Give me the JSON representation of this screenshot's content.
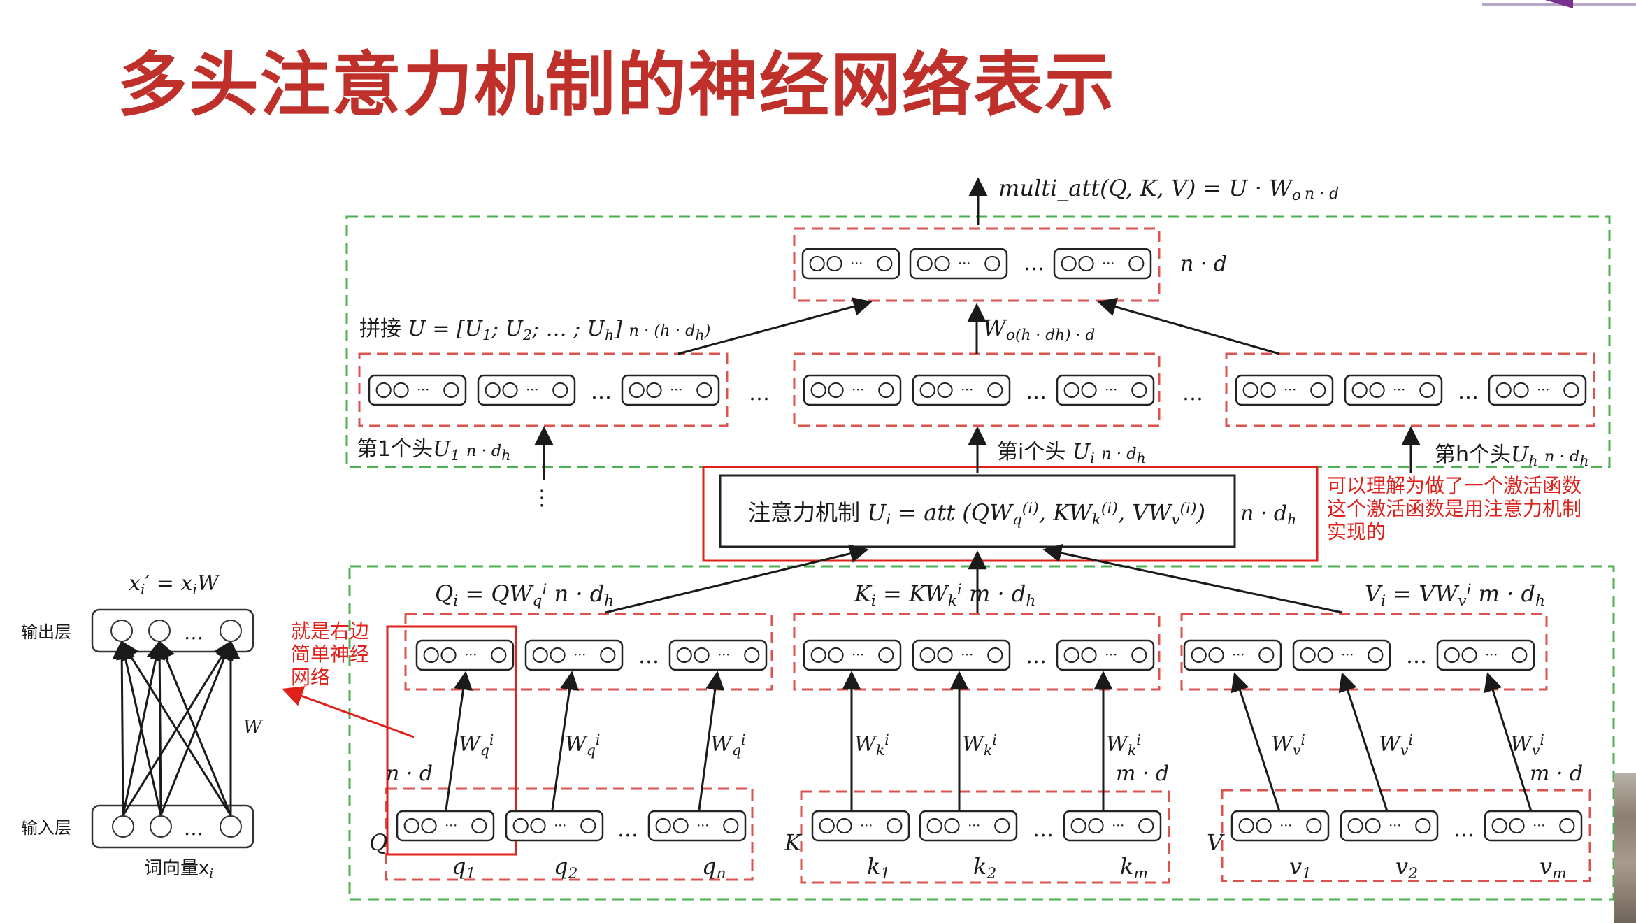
{
  "title": "多头注意力机制的神经网络表示",
  "diagram": {
    "output_formula": "multi_att(Q, K, V) = U · W",
    "output_formula_sub": "o",
    "output_dim": "n · d",
    "top_block_dim": "n · d",
    "concat_label": "拼接",
    "concat_formula": "U = [U",
    "concat_parts": [
      "1",
      "; U",
      "2",
      "; … ; U",
      "h",
      "]"
    ],
    "concat_dim": "n · (h · d",
    "concat_dim_sub": "h",
    "wo_label": "W",
    "wo_sub": "o(h · d",
    "wo_sub2": "h",
    "wo_sub3": ") · d",
    "head1_label": "第1个头",
    "head1_u": "U",
    "head1_sub": "1",
    "headi_label": "第i个头",
    "headi_u": "U",
    "headi_sub": "i",
    "headh_label": "第h个头",
    "headh_u": "U",
    "headh_sub": "h",
    "head_dim": "n · d",
    "head_dim_sub": "h",
    "ellipsis": "…",
    "vdots": "⋮",
    "attn_label": "注意力机制",
    "attn_formula_left": "U",
    "attn_formula_left_sub": "i",
    "attn_formula_eq": "= att",
    "attn_args": "QW",
    "attn_sup": "(i)",
    "attn_q_sub": "q",
    "attn_k": ", KW",
    "attn_k_sub": "k",
    "attn_v": ", VW",
    "attn_v_sub": "v",
    "attn_dim": "n · d",
    "attn_dim_sub": "h",
    "annotation_right": [
      "可以理解为做了一个激活函数",
      "这个激活函数是用注意力机制",
      "实现的"
    ],
    "annotation_left": [
      "就是右边",
      "简单神经",
      "网络"
    ],
    "qi_formula": "Q",
    "qi_sub": "i",
    "qi_rhs": "= QW",
    "qi_rhs_sub": "q",
    "qi_rhs_sup": "i",
    "qi_dim": "n · d",
    "qi_dim_sub": "h",
    "ki_formula": "K",
    "ki_sub": "i",
    "ki_rhs": "= KW",
    "ki_rhs_sub": "k",
    "ki_rhs_sup": "i",
    "ki_dim": "m · d",
    "ki_dim_sub": "h",
    "vi_formula": "V",
    "vi_sub": "i",
    "vi_rhs": "= VW",
    "vi_rhs_sub": "v",
    "vi_rhs_sup": "i",
    "vi_dim": "m · d",
    "vi_dim_sub": "h",
    "wq": "W",
    "wq_sub": "q",
    "wq_sup": "i",
    "wk": "W",
    "wk_sub": "k",
    "wk_sup": "i",
    "wv": "W",
    "wv_sub": "v",
    "wv_sup": "i",
    "q_dim": "n · d",
    "k_dim": "m · d",
    "v_dim": "m · d",
    "q_letter": "Q",
    "k_letter": "K",
    "v_letter": "V",
    "q_tokens": [
      [
        "q",
        "1"
      ],
      [
        "q",
        "2"
      ],
      [
        "q",
        "n"
      ]
    ],
    "k_tokens": [
      [
        "k",
        "1"
      ],
      [
        "k",
        "2"
      ],
      [
        "k",
        "m"
      ]
    ],
    "v_tokens": [
      [
        "v",
        "1"
      ],
      [
        "v",
        "2"
      ],
      [
        "v",
        "m"
      ]
    ],
    "node_dots": "···",
    "small_net": {
      "formula_lhs": "x",
      "formula_lhs_sub": "i",
      "formula_rest": "′ = x",
      "formula_rest_sub": "i",
      "formula_w": "W",
      "output_layer": "输出层",
      "input_layer": "输入层",
      "weight": "W",
      "word_vector": "词向量x",
      "word_vector_sub": "i",
      "dots": "…"
    }
  },
  "colors": {
    "title": "#c0302a",
    "green_dash": "#4caf50",
    "red_dash": "#d9534f",
    "annotation_red": "#e0201a",
    "arrow": "#1a1a1a"
  }
}
